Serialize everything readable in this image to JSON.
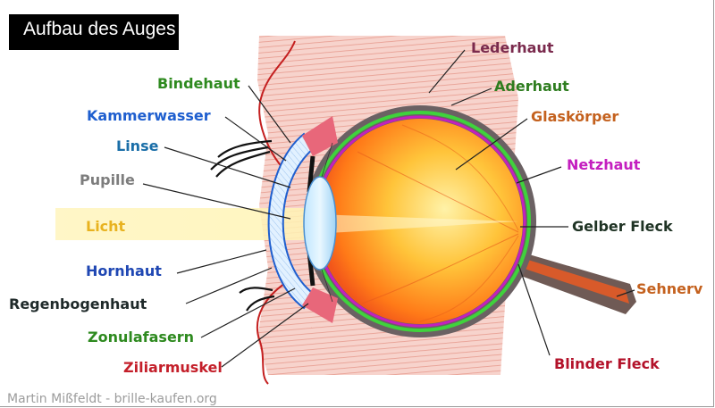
{
  "title": "Aufbau des Auges",
  "credit": "Martin Mißfeldt - brille-kaufen.org",
  "labels": {
    "lederhaut": "Lederhaut",
    "aderhaut": "Aderhaut",
    "glaskoerper": "Glaskörper",
    "netzhaut": "Netzhaut",
    "gelber_fleck": "Gelber Fleck",
    "sehnerv": "Sehnerv",
    "blinder_fleck": "Blinder Fleck",
    "bindehaut": "Bindehaut",
    "kammerwasser": "Kammerwasser",
    "linse": "Linse",
    "pupille": "Pupille",
    "licht": "Licht",
    "hornhaut": "Hornhaut",
    "regenbogenhaut": "Regenbogenhaut",
    "zonulafasern": "Zonulafasern",
    "ziliarmuskel": "Ziliarmuskel"
  },
  "colors": {
    "lederhaut": "#7a2a4d",
    "aderhaut": "#2e7d1f",
    "glaskoerper": "#c4611e",
    "netzhaut": "#c41fbf",
    "gelber_fleck": "#1f3324",
    "sehnerv": "#c4611e",
    "blinder_fleck": "#b3122a",
    "bindehaut": "#2e8a1f",
    "kammerwasser": "#1f5fcf",
    "linse": "#1a6ea8",
    "pupille": "#7d7d7d",
    "licht": "#e8b21f",
    "hornhaut": "#1f47b3",
    "regenbogenhaut": "#1f2a2a",
    "zonulafasern": "#2e8a1f",
    "ziliarmuskel": "#c41f2a"
  }
}
